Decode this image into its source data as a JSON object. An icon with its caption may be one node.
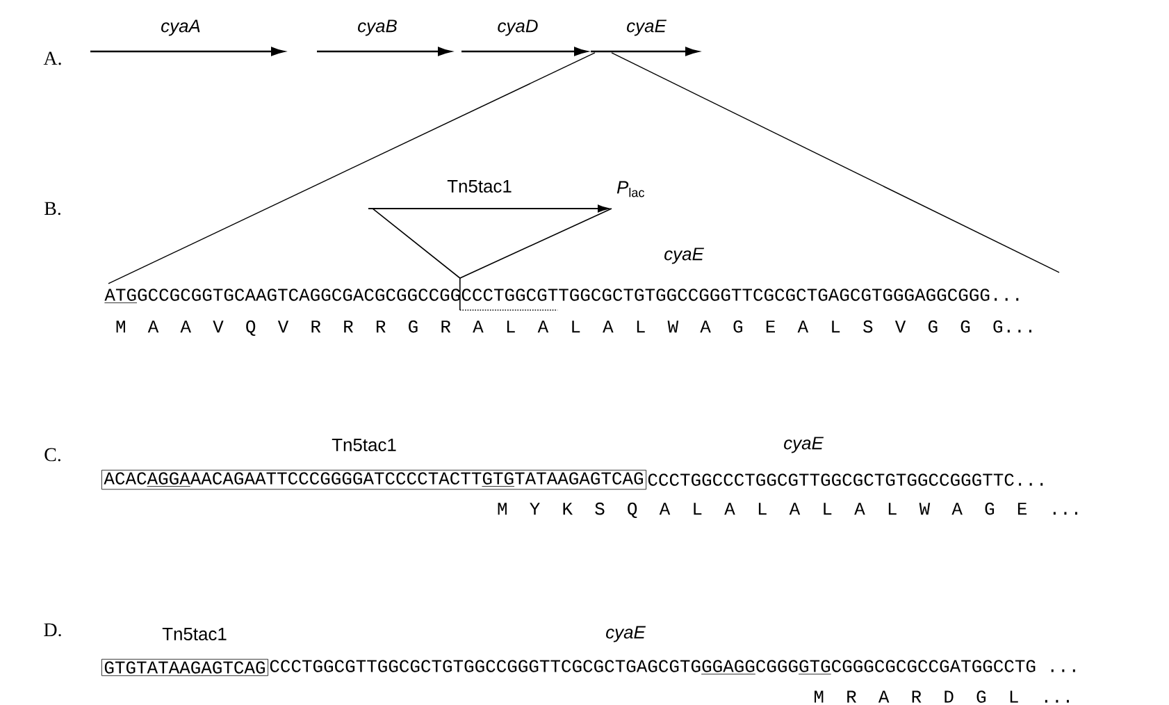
{
  "diagram": {
    "nodes": [
      {
        "text": [
          "Tn5tac1",
          "ACAC",
          "AGGA",
          "AACAGAATTCCCGGGGATCCCCTACTT",
          "GTG",
          "TATAAGAGTCAG"
        ]
      },
      {
        "text": [
          "Tn5tac1",
          "GTGTATAAGAGTCAG"
        ]
      }
    ],
    "labels": [
      "A.",
      "cyaA",
      "cyaB",
      "cyaD",
      "cyaE",
      "B.",
      "Tn5tac1",
      "*P*$_{lac}$",
      "cyaE",
      "ATG",
      "GCCGCGGTGCAAGTCAGGCGACGCGGCCGG",
      "CCCTGGCGTTGGCGCTGTGGCCGGGTTCGCGCTGAGCGTGGGAGGCGGG...",
      "M A A V Q V R R R G R A L A L A L W A G E A L S V G G G...",
      "C.",
      "cyaE",
      "CCCTGGCCCTGGCGTTGGCGCTGTGGCCGGGTTC...",
      "M Y K S Q A L A L A L A L W A G E ...",
      "D.",
      "cyaE",
      "CCCTGGCGTTGGCGCTGTGGCCGGGTTCGCGCTGAGCGTG",
      "GGAGG",
      "CGGG",
      "GTG",
      "CGGGCGCGCCGATGGCCTG ...",
      "M R A R D G L ..."
    ]
  }
}
